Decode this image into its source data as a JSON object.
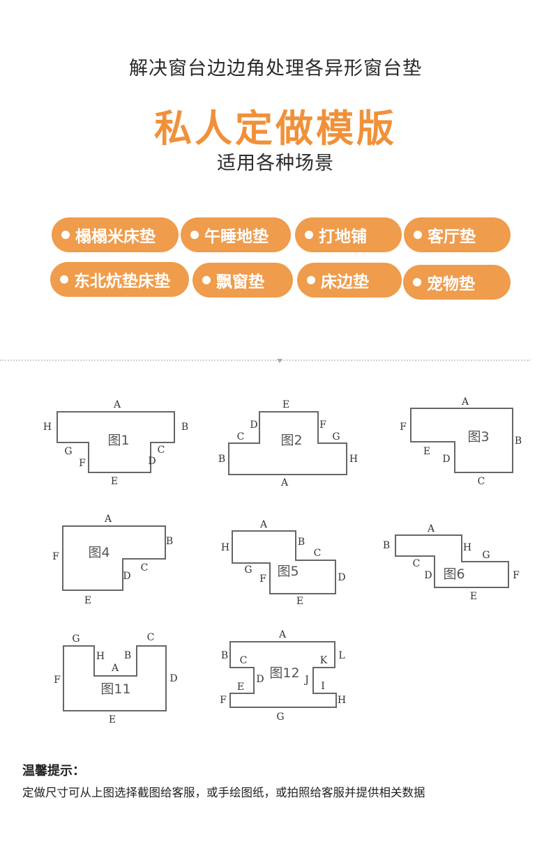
{
  "header": {
    "subtitle": "解决窗台边边角处理各异形窗台垫",
    "headline": "私人定做模版",
    "tagline": "适用各种场景"
  },
  "scenes": [
    "榻榻米床垫",
    "午睡地垫",
    "打地铺",
    "客厅垫",
    "东北炕垫床垫",
    "飘窗垫",
    "床边垫",
    "宠物垫"
  ],
  "colors": {
    "accent": "#F0913A",
    "pill": "#EF9C4C"
  },
  "diagrams": [
    {
      "title": "图1",
      "labels": [
        "A",
        "H",
        "B",
        "G",
        "F",
        "C",
        "D",
        "E"
      ]
    },
    {
      "title": "图2",
      "labels": [
        "E",
        "D",
        "C",
        "F",
        "G",
        "B",
        "H",
        "A"
      ]
    },
    {
      "title": "图3",
      "labels": [
        "A",
        "F",
        "B",
        "E",
        "D",
        "C"
      ]
    },
    {
      "title": "图4",
      "labels": [
        "A",
        "B",
        "F",
        "C",
        "D",
        "E"
      ]
    },
    {
      "title": "图5",
      "labels": [
        "A",
        "H",
        "B",
        "C",
        "D",
        "G",
        "F",
        "E"
      ]
    },
    {
      "title": "图6",
      "labels": [
        "A",
        "B",
        "H",
        "G",
        "C",
        "D",
        "F",
        "E"
      ]
    },
    {
      "title": "图11",
      "labels": [
        "G",
        "C",
        "H",
        "B",
        "A",
        "F",
        "D",
        "E"
      ]
    },
    {
      "title": "图12",
      "labels": [
        "A",
        "B",
        "C",
        "L",
        "K",
        "D",
        "J",
        "I",
        "E",
        "F",
        "H",
        "G"
      ]
    }
  ],
  "tips": {
    "title": "温馨提示：",
    "text": "定做尺寸可从上图选择截图给客服，或手绘图纸，或拍照给客服并提供相关数据"
  }
}
